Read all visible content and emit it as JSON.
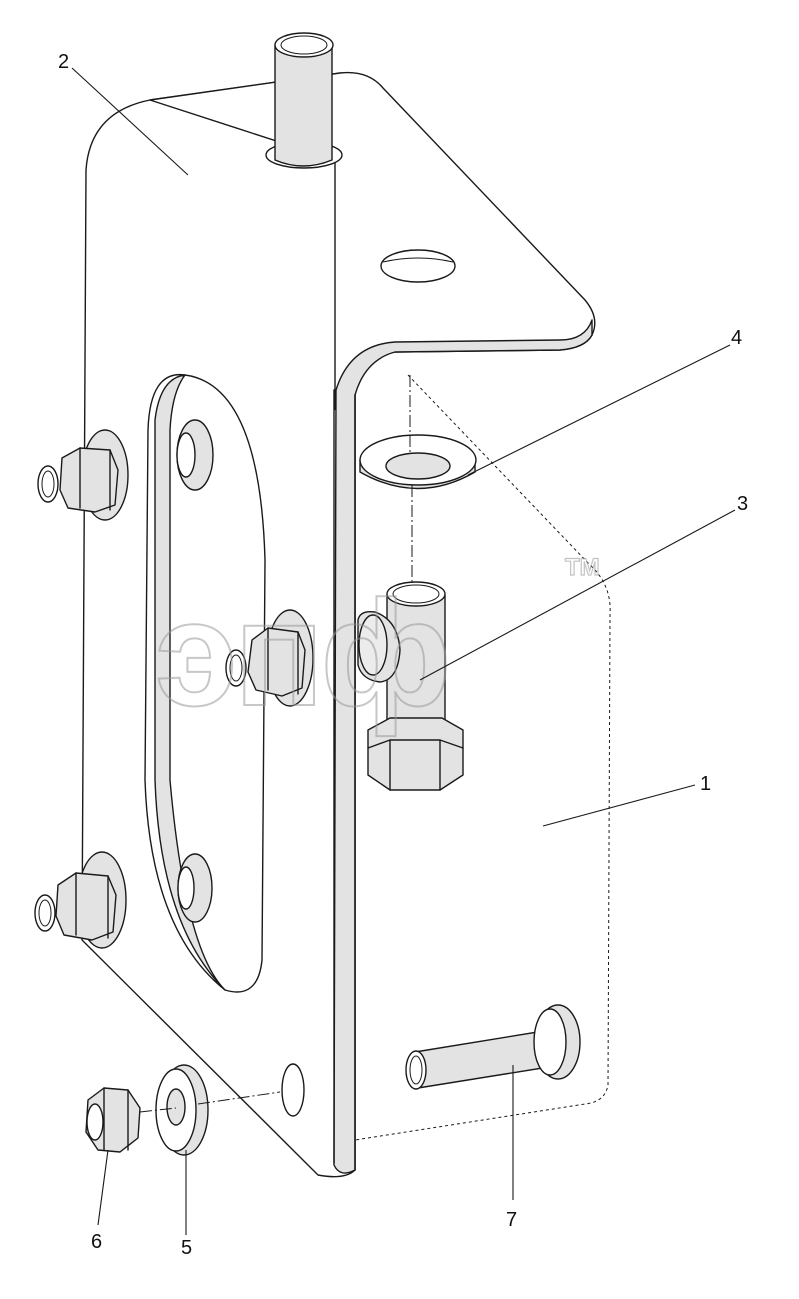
{
  "callouts": [
    {
      "id": "1",
      "label": "1"
    },
    {
      "id": "2",
      "label": "2"
    },
    {
      "id": "3",
      "label": "3"
    },
    {
      "id": "4",
      "label": "4"
    },
    {
      "id": "5",
      "label": "5"
    },
    {
      "id": "6",
      "label": "6"
    },
    {
      "id": "7",
      "label": "7"
    }
  ],
  "watermark": {
    "text": "эпф",
    "mark": "TM"
  },
  "colors": {
    "line": "#1a1a1a",
    "shade": "#e3e3e3",
    "watermark": "#9a9a9a"
  }
}
